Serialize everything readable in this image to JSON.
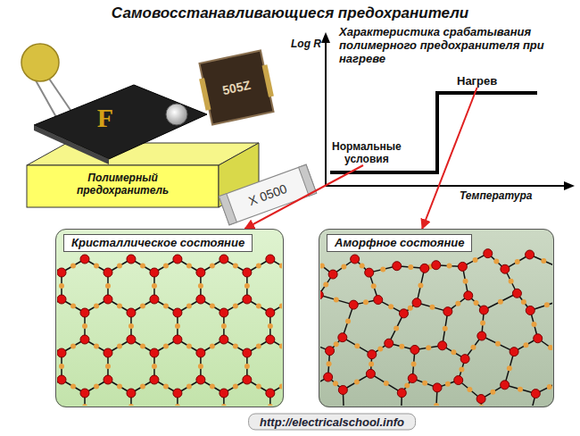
{
  "diagram": {
    "title": "Самовосстанавливающиеся предохранители",
    "nodes": [
      {
        "text": [
          "Полимерный предохранитель"
        ]
      },
      {
        "text": [
          "Нагрев"
        ]
      },
      {
        "text": [
          "Нормальные условия"
        ]
      },
      {
        "text": [
          "Кристаллическое состояние"
        ]
      },
      {
        "text": [
          "Аморфное состояние"
        ]
      }
    ],
    "edges": [
      {
        "from": 2,
        "to": 3,
        "arrow": "to"
      },
      {
        "from": 1,
        "to": 4,
        "arrow": "to"
      }
    ],
    "labels": [
      "Log R",
      "Характеристика срабатывания полимерного предохранителя при нагреве",
      "Температура",
      "F",
      "505Z",
      "X 0500",
      "http://electricalschool.info"
    ]
  }
}
